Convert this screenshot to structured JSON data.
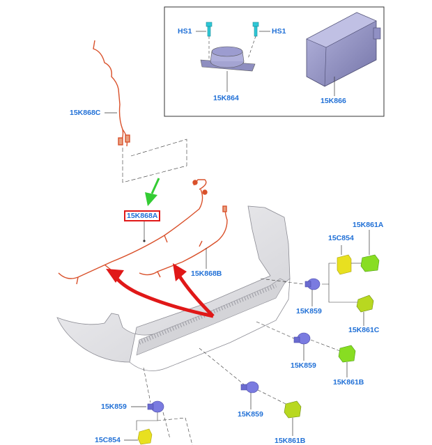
{
  "diagram": {
    "labels": {
      "hs1_left": "HS1",
      "hs1_right": "HS1",
      "p15K864": "15K864",
      "p15K866": "15K866",
      "p15K868C": "15K868C",
      "p15K868A": "15K868A",
      "p15K868B": "15K868B",
      "p15K861A": "15K861A",
      "p15C854_right": "15C854",
      "p15K859_right": "15K859",
      "p15K861C": "15K861C",
      "p15K859_mid": "15K859",
      "p15K861B_mid": "15K861B",
      "p15K859_low": "15K859",
      "p15K861B_low": "15K861B",
      "p15K859_left": "15K859",
      "p15C854_left": "15C854"
    },
    "highlighted_part": "15K868A",
    "colors": {
      "label": "#1f6fd6",
      "highlight_box": "#e01818",
      "red_arrow": "#e01818",
      "green_arrow": "#33cc33",
      "harness": "#d9502a",
      "sensor_blue": "#7a7be0",
      "holder_green": "#88dd22",
      "holder_yellow": "#e8e020",
      "screw": "#2ec7d6",
      "module": "#9a9ac8",
      "bumper": "#e6e6e8"
    }
  }
}
